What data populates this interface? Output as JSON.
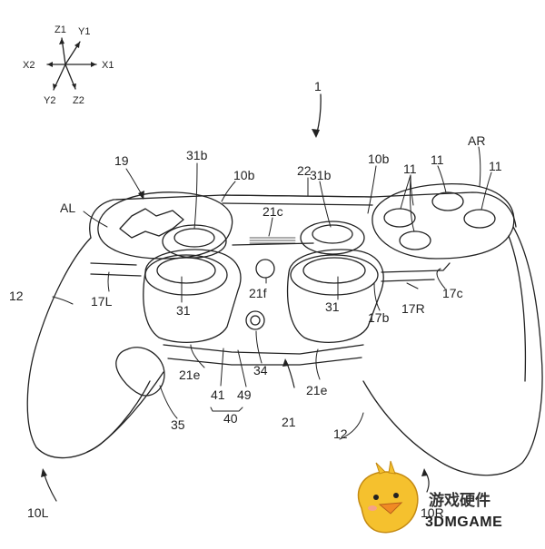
{
  "figure": {
    "ref_main": "1",
    "axes": {
      "z1": "Z1",
      "y1": "Y1",
      "x2": "X2",
      "x1": "X1",
      "y2": "Y2",
      "z2": "Z2"
    },
    "labels": {
      "l19": "19",
      "l31b_left": "31b",
      "l10b_left": "10b",
      "l22": "22",
      "l31b_right": "31b",
      "l10b_right": "10b",
      "l11_a": "11",
      "l11_b": "11",
      "l11_c": "11",
      "lAR": "AR",
      "lAL": "AL",
      "l21c": "21c",
      "l12_left": "12",
      "l17L": "17L",
      "l31_left": "31",
      "l21f": "21f",
      "l31_right": "31",
      "l17b": "17b",
      "l17R": "17R",
      "l17c": "17c",
      "l21e_left": "21e",
      "l34": "34",
      "l21e_right": "21e",
      "l41": "41",
      "l49": "49",
      "l40": "40",
      "l21": "21",
      "l35": "35",
      "l12_right": "12",
      "l10L": "10L",
      "l10R": "10R"
    }
  },
  "watermark": {
    "text_cn": "游戏硬件",
    "text_en": "3DMGAME"
  }
}
